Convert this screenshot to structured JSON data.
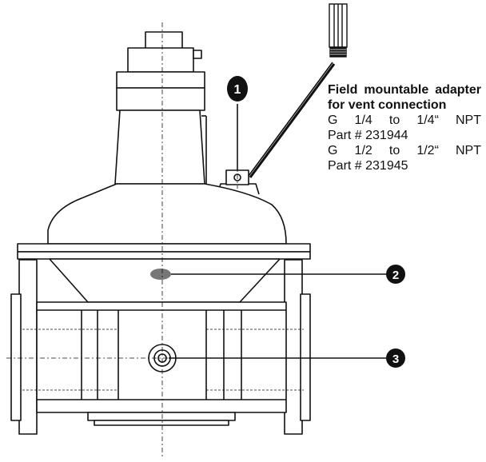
{
  "callout": {
    "title": "Field mountable adapter for vent connection",
    "lines": [
      "G 1/4 to 1/4“ NPT",
      "Part # 231944",
      "G 1/2 to 1/2“ NPT",
      "Part # 231945"
    ]
  },
  "markers": [
    "1",
    "2",
    "3"
  ],
  "colors": {
    "line": "#111111",
    "badge": "#111111",
    "shade": "#777777"
  }
}
